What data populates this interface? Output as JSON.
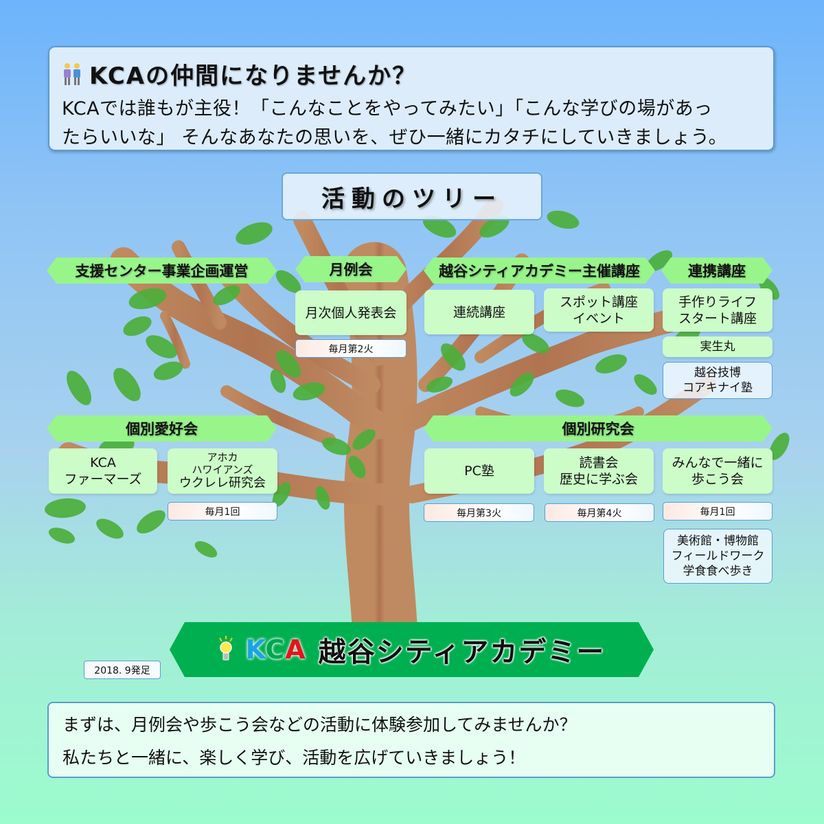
{
  "intro": {
    "icon": "two-people-icon",
    "title": "KCAの仲間になりませんか？",
    "text_line1": "KCAでは誰もが主役！「こんなことをやってみたい」「こんな学びの場があっ",
    "text_line2": "たらいいな」 そんなあなたの思いを、ぜひ一緒にカタチにしていきましょう。"
  },
  "tree": {
    "title": "活動のツリー",
    "categories": [
      {
        "label": "支援センター事業企画運営",
        "items": []
      },
      {
        "label": "月例会",
        "items": [
          {
            "label": "月次個人発表会",
            "schedule": "毎月第2火"
          }
        ]
      },
      {
        "label": "越谷シティアカデミー主催講座",
        "items": [
          {
            "label": "連続講座"
          },
          {
            "label_line1": "スポット講座",
            "label_line2": "イベント"
          }
        ]
      },
      {
        "label": "連携講座",
        "items": [
          {
            "label_line1": "手作りライフ",
            "label_line2": "スタート講座"
          },
          {
            "label": "実生丸"
          },
          {
            "label_line1": "越谷技博",
            "label_line2": "コアキナイ塾"
          }
        ]
      },
      {
        "label": "個別愛好会",
        "items": [
          {
            "label_line1": "KCA",
            "label_line2": "ファーマーズ"
          },
          {
            "label_line1": "アホカ",
            "label_line2": "ハワイアンズ",
            "label_line3": "ウクレレ研究会",
            "schedule": "毎月1回"
          }
        ]
      },
      {
        "label": "個別研究会",
        "items": [
          {
            "label": "PC塾",
            "schedule": "毎月第3火"
          },
          {
            "label_line1": "読書会",
            "label_line2": "歴史に学ぶ会",
            "schedule": "毎月第4火"
          },
          {
            "label_line1": "みんなで一緒に",
            "label_line2": "歩こう会",
            "schedule": "毎月1回",
            "extra_line1": "美術館・博物館",
            "extra_line2": "フィールドワーク",
            "extra_line3": "学食食べ歩き"
          }
        ]
      }
    ]
  },
  "brand": {
    "icon": "light-bulb-icon",
    "kca_k": "K",
    "kca_c": "C",
    "kca_a": "A",
    "name": "越谷シティアカデミー",
    "founded": "2018. 9発足"
  },
  "outro": {
    "line1": "まずは、月例会や歩こう会などの活動に体験参加してみませんか？",
    "line2": "私たちと一緒に、楽しく学び、活動を広げていきましょう！"
  },
  "colors": {
    "sky_top": "#6cb4fb",
    "ground_bottom": "#9cfccd",
    "banner_green": "#98f58a",
    "card_green": "#ccfcc8",
    "brand_green": "#00b050",
    "border_blue": "#5b9bd5",
    "trunk_brown": "#b87d55",
    "leaf_green": "#4caf3a"
  }
}
